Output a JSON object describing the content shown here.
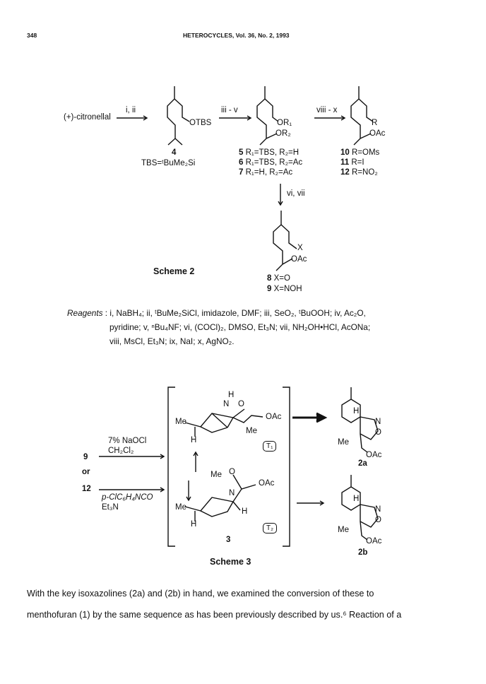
{
  "header": {
    "page_number": "348",
    "journal": "HETEROCYCLES, Vol. 36, No. 2, 1993"
  },
  "scheme2": {
    "title": "Scheme 2",
    "start": "(+)-citronellal",
    "arrow1": "i, ii",
    "arrow2": "iii - v",
    "arrow3": "viii - x",
    "arrow4": "vi, vii",
    "otbs": "OTBS",
    "compound4": "4",
    "tbs_def": "TBS=ᵗBuMe₂Si",
    "or1": "OR₁",
    "or2": "OR₂",
    "r": "R",
    "oac": "OAc",
    "x": "X",
    "c5": "5",
    "c5_def": "R₁=TBS, R₂=H",
    "c6": "6",
    "c6_def": "R₁=TBS, R₂=Ac",
    "c7": "7",
    "c7_def": "R₁=H, R₂=Ac",
    "c10": "10",
    "c10_def": "R=OMs",
    "c11": "11",
    "c11_def": "R=I",
    "c12": "12",
    "c12_def": "R=NO₂",
    "c8": "8",
    "c8_def": "X=O",
    "c9": "9",
    "c9_def": "X=NOH"
  },
  "reagents": {
    "label": "Reagents",
    "line1": ": i, NaBH₄; ii, ᵗBuMe₂SiCl, imidazole, DMF; iii, SeO₂, ᵗBuOOH; iv, Ac₂O,",
    "line2": "pyridine; v, ⁿBu₄NF; vi, (COCl)₂, DMSO, Et₃N; vii, NH₂OH•HCl, AcONa;",
    "line3": "viii, MsCl, Et₃N; ix, NaI; x, AgNO₂."
  },
  "scheme3": {
    "title": "Scheme 3",
    "left_9": "9",
    "left_or": "or",
    "left_12": "12",
    "cond1": "7% NaOCl",
    "cond2": "CH₂Cl₂",
    "cond3": "p-ClC₆H₄NCO",
    "cond4": "Et₃N",
    "me": "Me",
    "h": "H",
    "n_plus": "N",
    "o_minus": "O",
    "oac": "OAc",
    "t1": "T₁",
    "t2": "T₂",
    "compound3": "3",
    "compound2a": "2a",
    "compound2b": "2b",
    "n": "N",
    "o": "O"
  },
  "body": {
    "line1": "With the key isoxazolines (2a) and (2b) in hand, we examined the conversion of these to",
    "line2": "menthofuran (1) by the same sequence as has been previously described by us.⁶ Reaction of a"
  }
}
